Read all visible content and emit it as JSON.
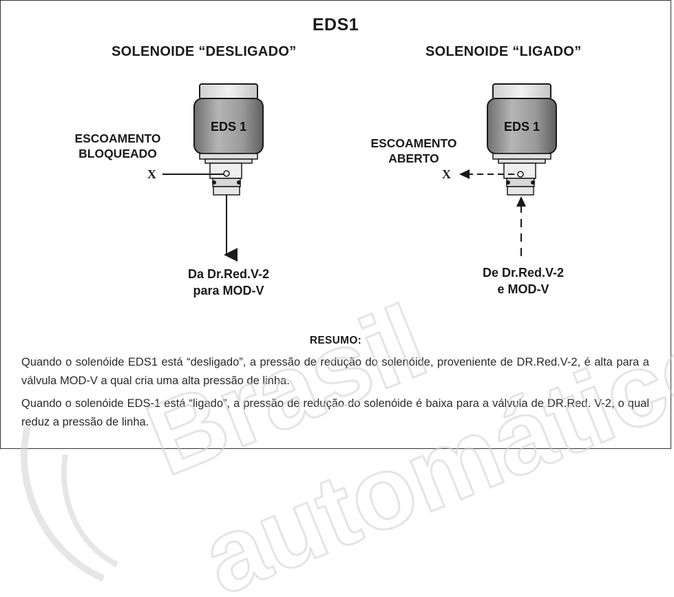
{
  "title": "EDS1",
  "left_panel": {
    "heading": "SOLENOIDE “DESLIGADO”",
    "solenoid_label": "EDS 1",
    "callout_line1": "ESCOAMENTO",
    "callout_line2": "BLOQUEADO",
    "port_label": "X",
    "flow_line1": "Da Dr.Red.V-2",
    "flow_line2": "para MOD-V"
  },
  "right_panel": {
    "heading": "SOLENOIDE “LIGADO”",
    "solenoid_label": "EDS 1",
    "callout_line1": "ESCOAMENTO",
    "callout_line2": "ABERTO",
    "port_label": "X",
    "flow_line1": "De Dr.Red.V-2",
    "flow_line2": "e MOD-V"
  },
  "summary": {
    "title": "RESUMO:",
    "paragraph1": "Quando o solenóide EDS1 está “desligado”, a pressão de redução do solenóide, proveniente de DR.Red.V-2, é alta para a válvula MOD-V a qual cria uma alta pressão de linha.",
    "paragraph2": "Quando o solenóide EDS-1 está “ligado”, a pressão de redução do solenóide é baixa para a válvula de DR.Red. V-2, o qual reduz a pressão de linha."
  },
  "watermark": {
    "line1": "Brasil",
    "line2": "automático"
  },
  "colors": {
    "solenoid_body": "#9a9a9a",
    "outline": "#1a1a1a",
    "watermark": "#cfcfcf"
  }
}
